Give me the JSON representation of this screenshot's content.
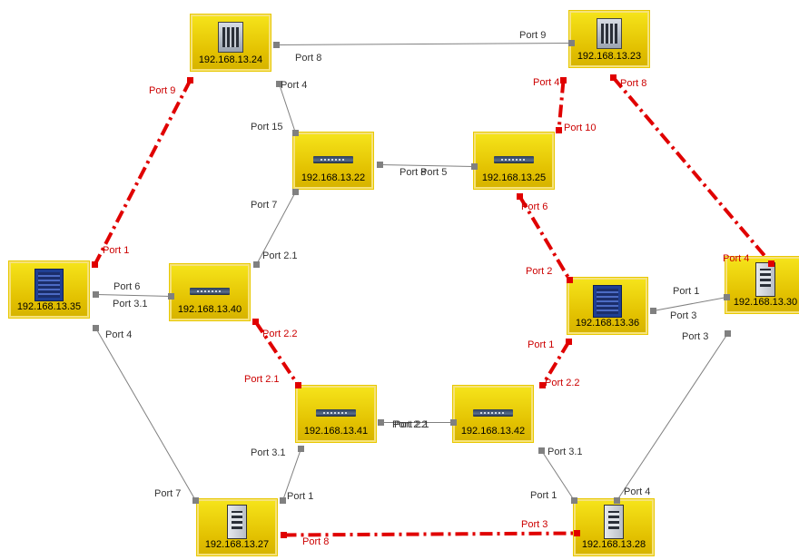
{
  "nodes": [
    {
      "id": "n24",
      "ip": "192.168.13.24",
      "device": "chassis"
    },
    {
      "id": "n23",
      "ip": "192.168.13.23",
      "device": "chassis"
    },
    {
      "id": "n22",
      "ip": "192.168.13.22",
      "device": "switch"
    },
    {
      "id": "n25",
      "ip": "192.168.13.25",
      "device": "switch"
    },
    {
      "id": "n35",
      "ip": "192.168.13.35",
      "device": "blue"
    },
    {
      "id": "n40",
      "ip": "192.168.13.40",
      "device": "switch"
    },
    {
      "id": "n36",
      "ip": "192.168.13.36",
      "device": "blue"
    },
    {
      "id": "n30",
      "ip": "192.168.13.30",
      "device": "din"
    },
    {
      "id": "n41",
      "ip": "192.168.13.41",
      "device": "switch"
    },
    {
      "id": "n42",
      "ip": "192.168.13.42",
      "device": "switch"
    },
    {
      "id": "n27",
      "ip": "192.168.13.27",
      "device": "din"
    },
    {
      "id": "n28",
      "ip": "192.168.13.28",
      "device": "din"
    }
  ],
  "links": [
    {
      "from": "n24",
      "to": "n23",
      "redundant": false,
      "from_port": "Port 8",
      "to_port": "Port 9"
    },
    {
      "from": "n24",
      "to": "n22",
      "redundant": false,
      "from_port": "Port 4",
      "to_port": "Port 15"
    },
    {
      "from": "n24",
      "to": "n35",
      "redundant": true,
      "from_port": "Port 9",
      "to_port": "Port 1"
    },
    {
      "from": "n23",
      "to": "n25",
      "redundant": true,
      "from_port": "Port 4",
      "to_port": "Port 10"
    },
    {
      "from": "n23",
      "to": "n30",
      "redundant": true,
      "from_port": "Port 8",
      "to_port": "Port 4"
    },
    {
      "from": "n22",
      "to": "n25",
      "redundant": false,
      "from_port": "Port 8",
      "to_port": "Port 5"
    },
    {
      "from": "n22",
      "to": "n40",
      "redundant": false,
      "from_port": "Port 7",
      "to_port": "Port 2.1"
    },
    {
      "from": "n25",
      "to": "n36",
      "redundant": true,
      "from_port": "Port 6",
      "to_port": "Port 2"
    },
    {
      "from": "n35",
      "to": "n40",
      "redundant": false,
      "from_port": "Port 6",
      "to_port": "Port 3.1"
    },
    {
      "from": "n35",
      "to": "n27",
      "redundant": false,
      "from_port": "Port 4",
      "to_port": "Port 7"
    },
    {
      "from": "n40",
      "to": "n41",
      "redundant": true,
      "from_port": "Port 2.2",
      "to_port": "Port 2.1"
    },
    {
      "from": "n36",
      "to": "n30",
      "redundant": false,
      "from_port": "Port 1",
      "to_port": "Port 3"
    },
    {
      "from": "n36",
      "to": "n42",
      "redundant": true,
      "from_port": "Port 1",
      "to_port": "Port 2.2"
    },
    {
      "from": "n30",
      "to": "n28",
      "redundant": false,
      "from_port": "Port 3",
      "to_port": "Port 4"
    },
    {
      "from": "n41",
      "to": "n42",
      "redundant": false,
      "from_port": "Port 2.2",
      "to_port": "Port 2.1"
    },
    {
      "from": "n41",
      "to": "n27",
      "redundant": false,
      "from_port": "Port 3.1",
      "to_port": "Port 1"
    },
    {
      "from": "n42",
      "to": "n28",
      "redundant": false,
      "from_port": "Port 3.1",
      "to_port": "Port 1"
    },
    {
      "from": "n27",
      "to": "n28",
      "redundant": true,
      "from_port": "Port 8",
      "to_port": "Port 3"
    }
  ],
  "colors": {
    "normal_link": "#808080",
    "redundant_link": "#e00000",
    "node_fill": "#f2d800",
    "port_label": "#333333",
    "redundant_label": "#cc0000"
  }
}
